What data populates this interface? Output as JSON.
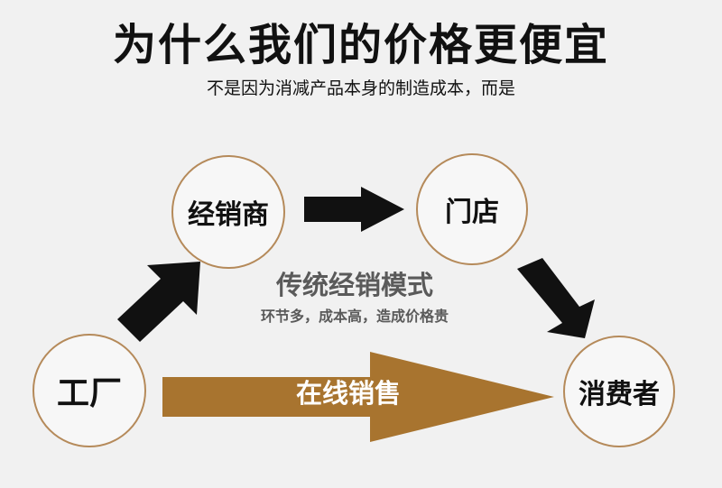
{
  "header": {
    "title": "为什么我们的价格更便宜",
    "subtitle": "不是因为消减产品本身的制造成本，而是"
  },
  "nodes": {
    "dealer": "经销商",
    "store": "门店",
    "factory": "工厂",
    "consumer": "消费者"
  },
  "traditional": {
    "title": "传统经销模式",
    "description": "环节多，成本高，造成价格贵"
  },
  "online": {
    "label": "在线销售"
  },
  "colors": {
    "background": "#f1f1f1",
    "circle_border": "#b58a5a",
    "online_arrow": "#a8742f",
    "dark_arrow": "#111111",
    "muted_text": "#5a5a5a"
  },
  "icons": {
    "arrows": [
      "arrow-right-icon",
      "arrow-up-right-icon",
      "arrow-down-right-icon"
    ]
  }
}
